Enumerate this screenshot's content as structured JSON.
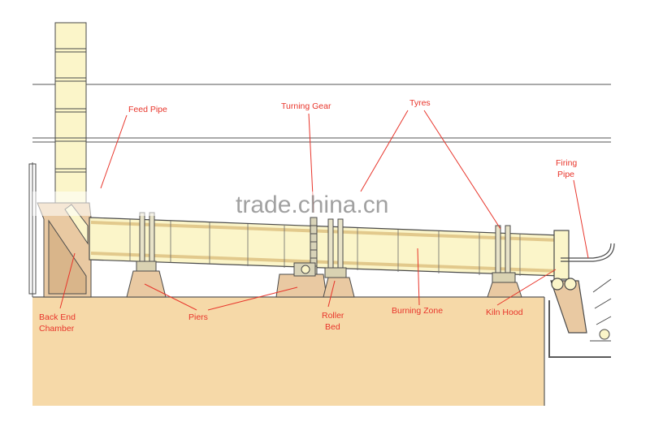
{
  "labels": {
    "feed_pipe": "Feed Pipe",
    "turning_gear": "Turning Gear",
    "tyres": "Tyres",
    "firing_pipe_line1": "Firing",
    "firing_pipe_line2": "Pipe",
    "back_end_line1": "Back End",
    "back_end_line2": "Chamber",
    "piers": "Piers",
    "roller_line1": "Roller",
    "roller_line2": "Bed",
    "burning_zone": "Burning Zone",
    "kiln_hood": "Kiln Hood"
  },
  "watermark": "trade.china.cn",
  "colors": {
    "ground": "#f6d9a8",
    "kiln_body": "#fbf5c9",
    "outline": "#4a4a4a",
    "concrete": "#e9c9a2",
    "label": "#e8352b"
  }
}
